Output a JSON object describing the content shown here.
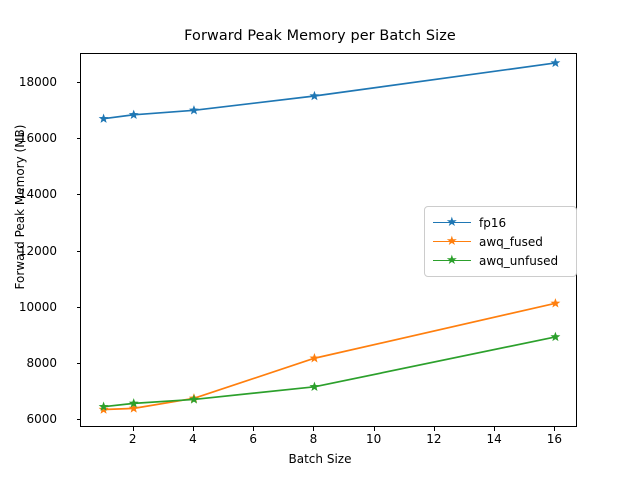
{
  "chart_data": {
    "type": "line",
    "title": "Forward Peak Memory per Batch Size",
    "xlabel": "Batch Size",
    "ylabel": "Forward Peak Memory (MB)",
    "x": [
      1,
      2,
      4,
      8,
      16
    ],
    "xlim": [
      0.25,
      16.75
    ],
    "ylim": [
      5700,
      19050
    ],
    "xticks": [
      2,
      4,
      6,
      8,
      10,
      12,
      14,
      16
    ],
    "xtick_labels": [
      "2",
      "4",
      "6",
      "8",
      "10",
      "12",
      "14",
      "16"
    ],
    "yticks": [
      6000,
      8000,
      10000,
      12000,
      14000,
      16000,
      18000
    ],
    "ytick_labels": [
      "6000",
      "8000",
      "10000",
      "12000",
      "14000",
      "16000",
      "18000"
    ],
    "grid": false,
    "legend_position": "center right",
    "marker": "star",
    "series": [
      {
        "name": "fp16",
        "color": "#1f77b4",
        "values": [
          16740,
          16880,
          17040,
          17550,
          18730
        ]
      },
      {
        "name": "awq_fused",
        "color": "#ff7f0e",
        "values": [
          6360,
          6400,
          6760,
          8190,
          10150
        ]
      },
      {
        "name": "awq_unfused",
        "color": "#2ca02c",
        "values": [
          6460,
          6580,
          6720,
          7170,
          8950
        ]
      }
    ]
  },
  "legend": {
    "items": [
      {
        "label": "fp16"
      },
      {
        "label": "awq_fused"
      },
      {
        "label": "awq_unfused"
      }
    ]
  },
  "icons": {
    "marker": "★"
  }
}
